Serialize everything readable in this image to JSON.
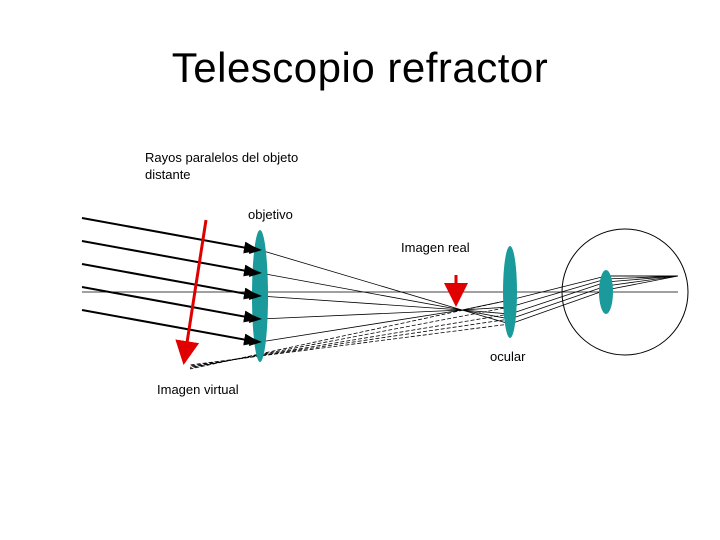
{
  "title": "Telescopio refractor",
  "labels": {
    "rays": [
      "Rayos paralelos del objeto",
      "distante"
    ],
    "objective": "objetivo",
    "real_image": "Imagen real",
    "eyepiece": "ocular",
    "virtual_image": "Imagen virtual"
  },
  "colors": {
    "lens": "#1a9a9a",
    "image_arrow": "#e00000",
    "rays": "#000000"
  }
}
